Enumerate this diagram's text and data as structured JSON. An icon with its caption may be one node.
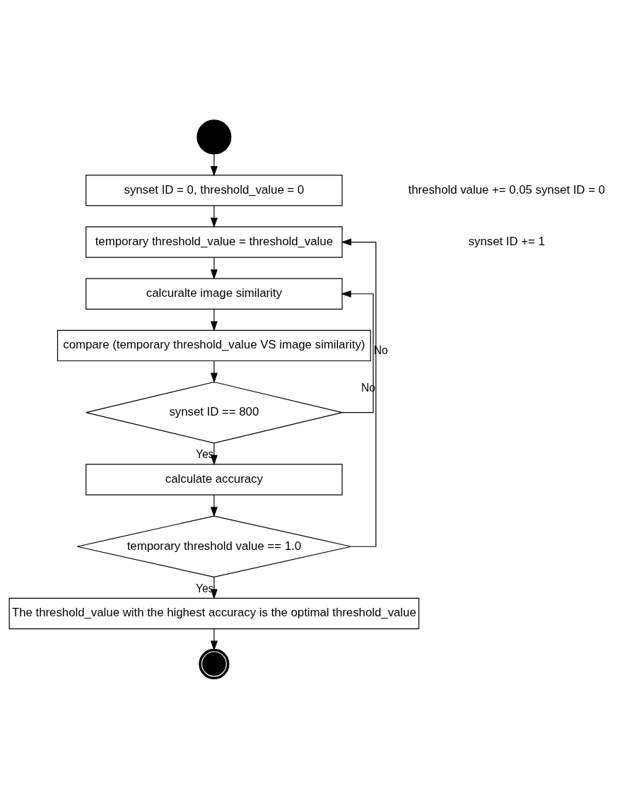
{
  "diagram": {
    "nodes": [
      {
        "text": [],
        "shape": "circle"
      },
      {
        "text": [
          "synset ID = 0, threshold_value = 0"
        ]
      },
      {
        "text": [
          "temporary threshold_value = threshold_value"
        ]
      },
      {
        "text": [
          "calcuralte image similarity"
        ]
      },
      {
        "text": [
          "compare (temporary threshold_value VS image similarity)"
        ]
      },
      {
        "text": [
          "synset ID == 800"
        ]
      },
      {
        "text": [
          "calculate accuracy"
        ]
      },
      {
        "text": [
          "temporary threshold value == 1.0"
        ]
      },
      {
        "text": [
          "The threshold_value with the highest accuracy is the optimal threshold_value"
        ]
      },
      {
        "text": [],
        "shape": "circle"
      }
    ],
    "edges": [
      {
        "from": 0,
        "to": 1,
        "arrow": "to"
      },
      {
        "from": 1,
        "to": 2,
        "arrow": "to"
      },
      {
        "from": 2,
        "to": 3,
        "arrow": "to"
      },
      {
        "from": 3,
        "to": 4,
        "arrow": "to"
      },
      {
        "from": 4,
        "to": 5,
        "arrow": "to"
      },
      {
        "from": 5,
        "to": 3,
        "arrow": "to",
        "label": "No"
      },
      {
        "from": 5,
        "to": 6,
        "arrow": "to",
        "label": "Yes"
      },
      {
        "from": 6,
        "to": 7,
        "arrow": "to"
      },
      {
        "from": 7,
        "to": 2,
        "arrow": "to",
        "label": "No"
      },
      {
        "from": 7,
        "to": 8,
        "arrow": "to",
        "label": "Yes"
      },
      {
        "from": 8,
        "to": 9,
        "arrow": "to"
      }
    ],
    "labels": [
      "threshold value += 0.05 synset ID = 0",
      "synset ID += 1"
    ]
  }
}
